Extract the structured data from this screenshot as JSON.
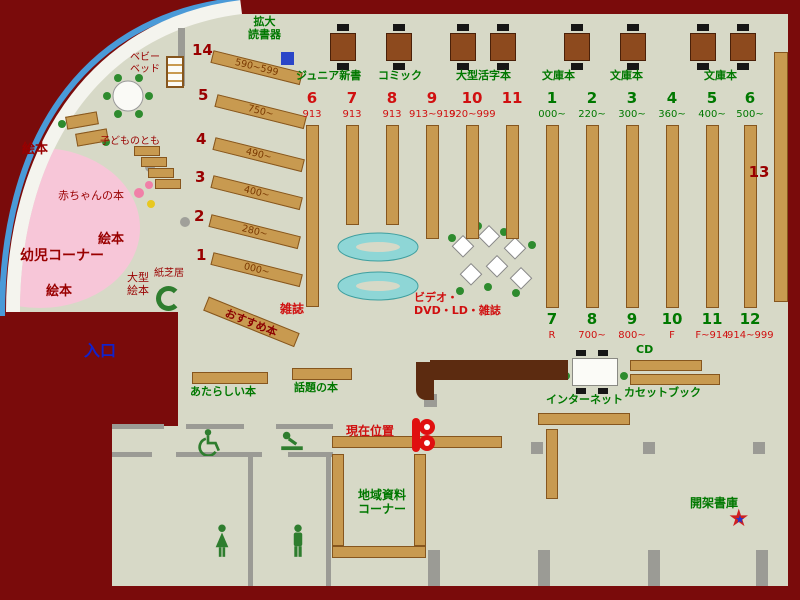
{
  "colors": {
    "bg": "#7a0b0b",
    "floor": "#d7d9c7",
    "shelf": "#c89a50",
    "accent_green": "#007800",
    "accent_dark_red": "#990000",
    "accent_red": "#d01010",
    "entrance_blue": "#1122cc",
    "pink_area": "#f7c6d8",
    "teal_sofa": "#8ed6d6"
  },
  "children_area": {
    "ehon_top": "絵本",
    "ehon_mid": "絵本",
    "ehon_bottom": "絵本",
    "infant_corner": "幼児コーナー",
    "baby_books": "赤ちゃんの本",
    "kodomo_no_tomo": "子どものとも",
    "baby_bed": "ベビー\nベッド",
    "large_ehon": "大型\n絵本",
    "kamishibai": "紙芝居"
  },
  "kids_shelves": [
    {
      "no": "14",
      "range": "590~599"
    },
    {
      "no": "5",
      "range": "750~"
    },
    {
      "no": "4",
      "range": "490~"
    },
    {
      "no": "3",
      "range": "400~"
    },
    {
      "no": "2",
      "range": "280~"
    },
    {
      "no": "1",
      "range": "000~"
    }
  ],
  "recommended": "おすすめ本",
  "top_area": {
    "magnifier": "拡大\n読書器",
    "sections": [
      "ジュニア新書",
      "コミック",
      "大型活字本",
      "文庫本",
      "文庫本",
      "文庫本"
    ]
  },
  "stacks": {
    "red_top": [
      {
        "no": "6",
        "sub": "913"
      },
      {
        "no": "7",
        "sub": "913"
      },
      {
        "no": "8",
        "sub": "913"
      },
      {
        "no": "9",
        "sub": "913~919"
      },
      {
        "no": "10",
        "sub": "920~999"
      },
      {
        "no": "11",
        "sub": ""
      }
    ],
    "green_top": [
      {
        "no": "1",
        "sub": "000~"
      },
      {
        "no": "2",
        "sub": "220~"
      },
      {
        "no": "3",
        "sub": "300~"
      },
      {
        "no": "4",
        "sub": "360~"
      },
      {
        "no": "5",
        "sub": "400~"
      },
      {
        "no": "6",
        "sub": "500~"
      }
    ],
    "green_bottom": [
      {
        "no": "7",
        "sub": "R"
      },
      {
        "no": "8",
        "sub": "700~"
      },
      {
        "no": "9",
        "sub": "800~"
      },
      {
        "no": "10",
        "sub": "F"
      },
      {
        "no": "11",
        "sub": "F~914"
      },
      {
        "no": "12",
        "sub": "914~999"
      }
    ],
    "right_no": "13"
  },
  "labels": {
    "magazines": "雑誌",
    "video": "ビデオ・\nDVD・LD・雑誌",
    "new_books": "あたらしい本",
    "topic_books": "話題の本",
    "current_location": "現在位置",
    "local_materials": "地域資料\nコーナー",
    "internet": "インターネット",
    "cd": "CD",
    "cassette_books": "カセットブック",
    "open_stacks": "開架書庫",
    "entrance": "入口"
  },
  "icons": {
    "star": "★"
  }
}
